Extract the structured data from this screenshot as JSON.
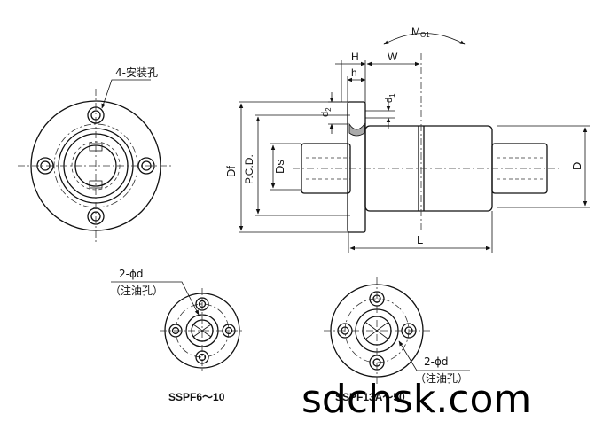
{
  "labels": {
    "mounting_holes": "4-安装孔",
    "oil_hole_qty": "2-ϕd",
    "oil_hole_note": "（注油孔）",
    "model_small": "SSPF6～10",
    "model_large": "SSPF13A～50",
    "watermark": "sdchsk.com"
  },
  "dimensions": {
    "H": "H",
    "h": "h",
    "W": "W",
    "M_base": "M",
    "M_sub": "O1",
    "d1": "d",
    "d1_sub": "1",
    "d2": "d",
    "d2_sub": "2",
    "Df": "Df",
    "PCD": "P.C.D.",
    "Ds": "Ds",
    "D": "D",
    "L": "L"
  }
}
